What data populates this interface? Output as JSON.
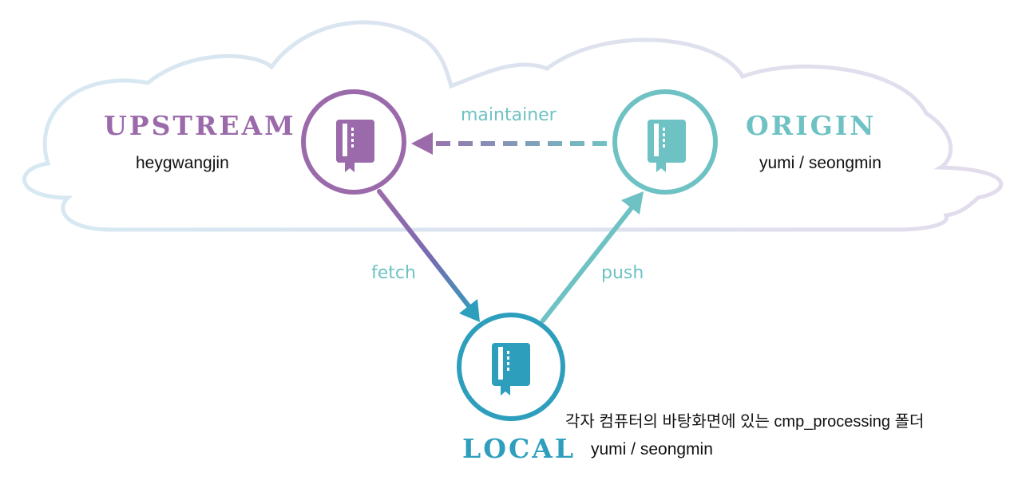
{
  "colors": {
    "upstream": "#9b6aaa",
    "origin": "#6fc2c4",
    "local": "#2d9fbd",
    "cloud_left": "#d6e9f2",
    "cloud_right": "#e3dcec",
    "fetch_mid": "#7a6ab0"
  },
  "nodes": {
    "upstream": {
      "title": "UPSTREAM",
      "subtitle": "heygwangjin",
      "icon": "repo-book-icon"
    },
    "origin": {
      "title": "ORIGIN",
      "subtitle": "yumi / seongmin",
      "icon": "repo-book-icon"
    },
    "local": {
      "title": "LOCAL",
      "subtitle": "yumi / seongmin",
      "icon": "repo-book-icon",
      "note": "각자 컴퓨터의 바탕화면에 있는 cmp_processing 폴더"
    }
  },
  "edges": {
    "maintainer": "maintainer",
    "fetch": "fetch",
    "push": "push"
  }
}
